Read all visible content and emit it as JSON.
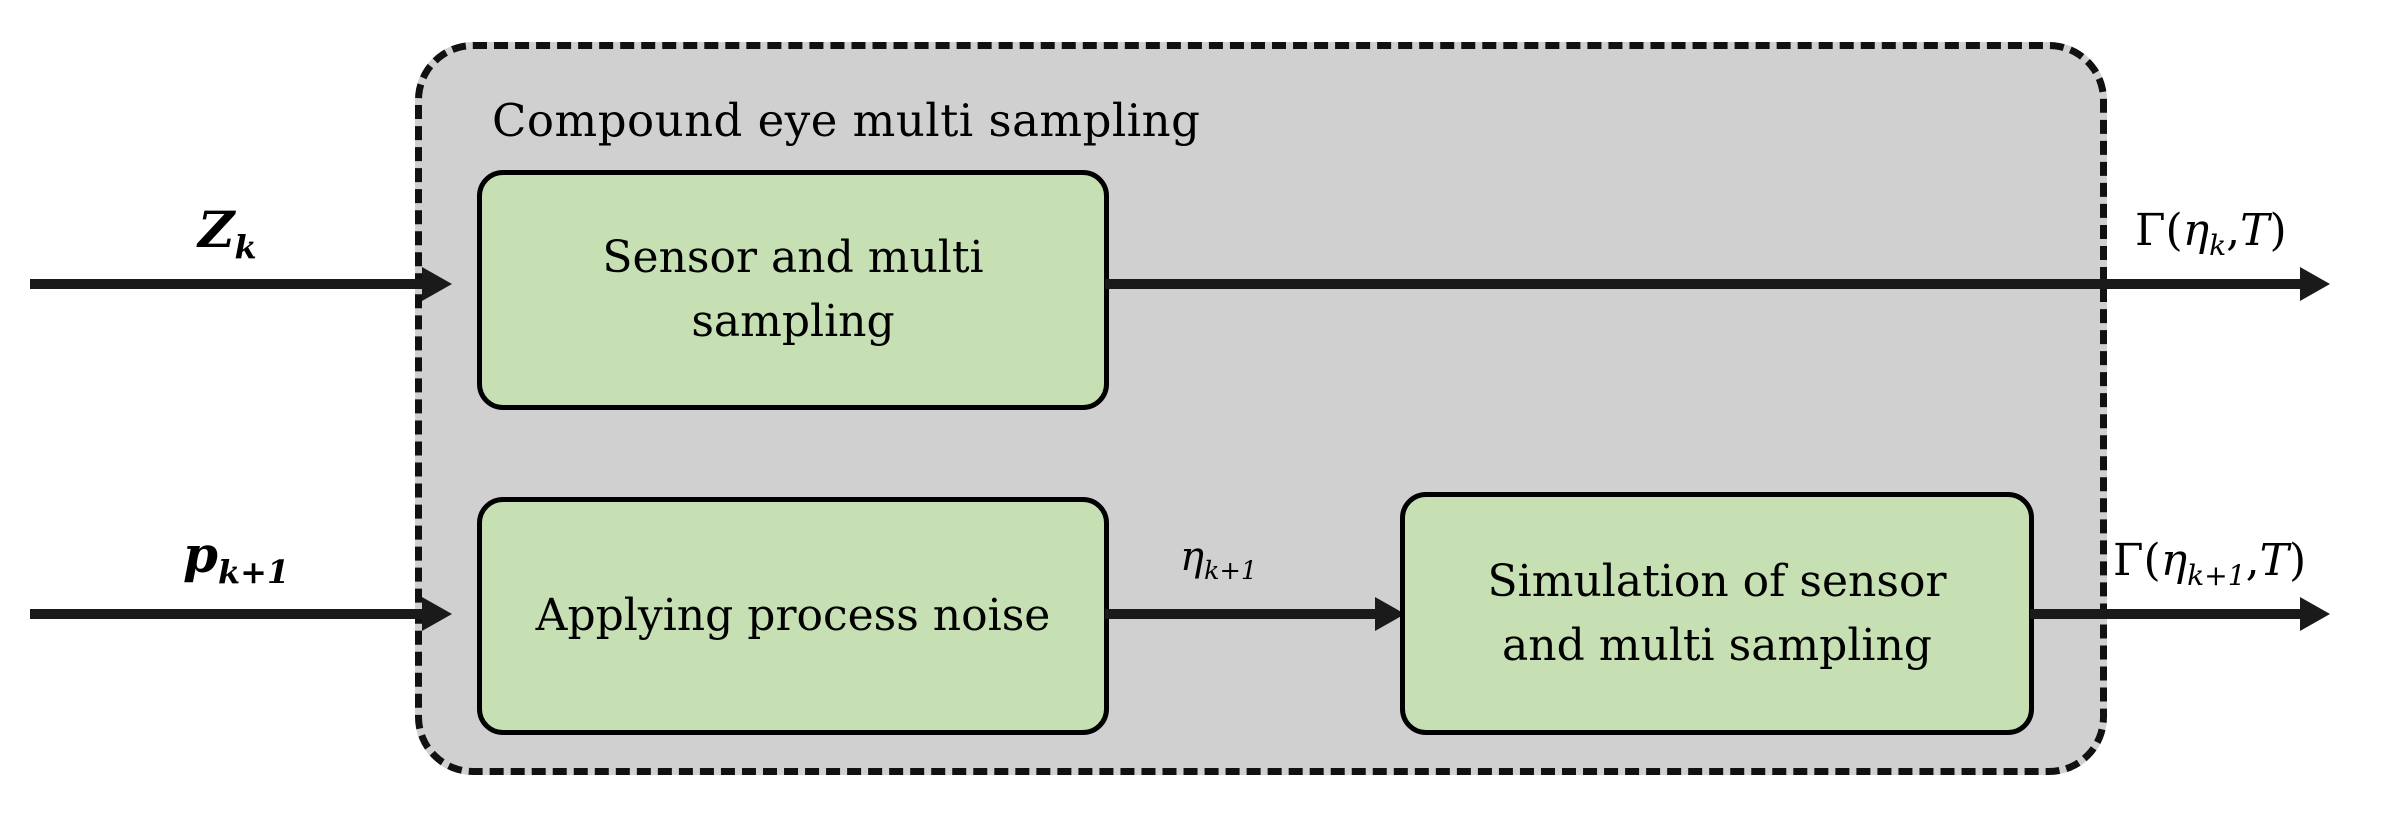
{
  "diagram": {
    "title": "Compound eye multi sampling",
    "group": {
      "label": "Compound eye multi sampling",
      "fill_color": "#d0d0d0",
      "border_color": "#111111",
      "border_style": "dashed"
    },
    "boxes": [
      {
        "id": "sensor",
        "line1": "Sensor and multi",
        "line2": "sampling",
        "fill_color": "#c6e0b4",
        "border_color": "#000000"
      },
      {
        "id": "noise",
        "line1": "Applying process noise",
        "line2": "",
        "fill_color": "#c6e0b4",
        "border_color": "#000000"
      },
      {
        "id": "simulation",
        "line1": "Simulation of sensor",
        "line2": "and multi sampling",
        "fill_color": "#c6e0b4",
        "border_color": "#000000"
      }
    ],
    "labels": {
      "input_top": {
        "symbol": "Z",
        "subscript": "k",
        "text": "Z_k"
      },
      "input_bottom": {
        "symbol": "p",
        "subscript": "k+1",
        "text": "p_k+1"
      },
      "middle": {
        "symbol": "η",
        "subscript": "k+1",
        "text": "η_k+1"
      },
      "output_top": {
        "prefix": "Γ(",
        "symbol": "η",
        "subscript": "k",
        "suffix": ",T)",
        "text": "Γ(η_k,T)"
      },
      "output_bottom": {
        "prefix": "Γ(",
        "symbol": "η",
        "subscript": "k+1",
        "suffix": ",T)",
        "text": "Γ(η_k+1,T)"
      }
    },
    "arrow_color": "#1a1a1a"
  }
}
